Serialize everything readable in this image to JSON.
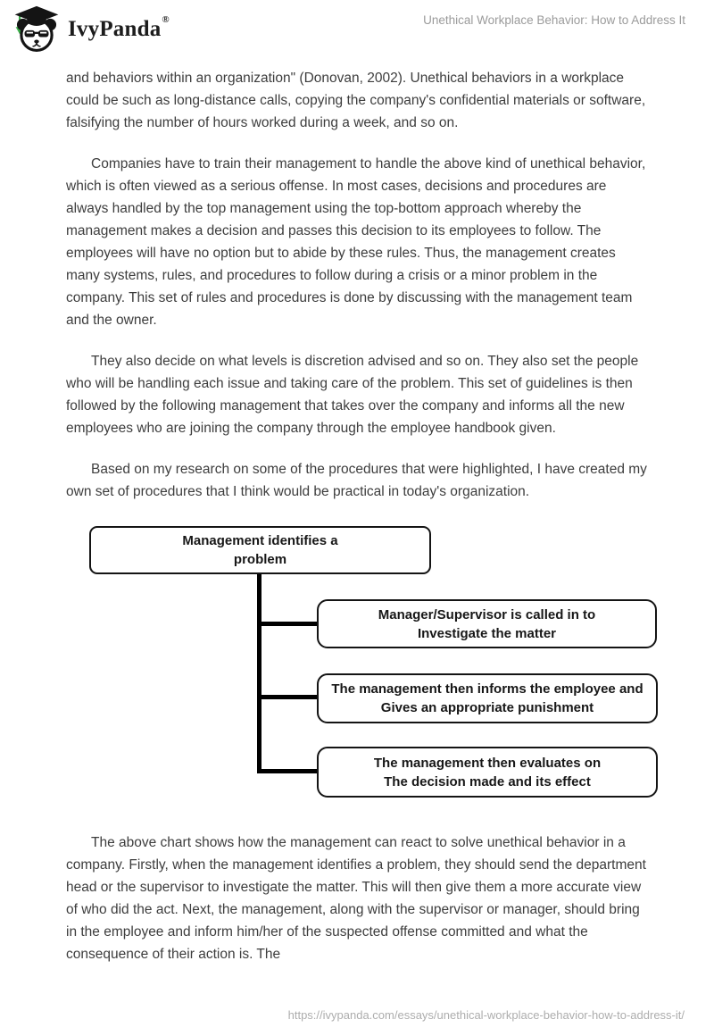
{
  "header": {
    "brand": "IvyPanda",
    "registered_mark": "®",
    "page_title": "Unethical Workplace Behavior: How to Address It"
  },
  "article": {
    "paragraphs": [
      "and behaviors within an organization\" (Donovan, 2002). Unethical behaviors in a workplace could be such as long-distance calls, copying the company's confidential materials or software, falsifying the number of hours worked during a week, and so on.",
      "Companies have to train their management to handle the above kind of unethical behavior, which is often viewed as a serious offense. In most cases, decisions and procedures are always handled by the top management using the top-bottom approach whereby the management makes a decision and passes this decision to its employees to follow. The employees will have no option but to abide by these rules. Thus, the management creates many systems, rules, and procedures to follow during a crisis or a minor problem in the company. This set of rules and procedures is done by discussing with the management team and the owner.",
      "They also decide on what levels is discretion advised and so on. They also set the people who will be handling each issue and taking care of the problem. This set of guidelines is then followed by the following management that takes over the company and informs all the new employees who are joining the company through the employee handbook given.",
      "Based on my research on some of the procedures that were highlighted, I have created my own set of procedures that I think would be practical in today's organization.",
      "The above chart shows how the management can react to solve unethical behavior in a company. Firstly, when the management identifies a problem, they should send the department head or the supervisor to investigate the matter. This will then give them a more accurate view of who did the act. Next, the management, along with the supervisor or manager, should bring in the employee and inform him/her of the suspected offense committed and what the consequence of their action is. The"
    ]
  },
  "flowchart": {
    "boxes": [
      {
        "line1": "Management identifies a",
        "line2": "problem"
      },
      {
        "line1": "Manager/Supervisor is called in to",
        "line2": "Investigate the matter"
      },
      {
        "line1": "The management then informs the employee and",
        "line2": "Gives an appropriate punishment"
      },
      {
        "line1": "The management then evaluates on",
        "line2": "The decision made and its effect"
      }
    ],
    "connector_color": "#000000"
  },
  "footer": {
    "url": "https://ivypanda.com/essays/unethical-workplace-behavior-how-to-address-it/"
  },
  "colors": {
    "body_text": "#3d3d3d",
    "header_title": "#9b9b9b",
    "footer_url": "#adadad",
    "tassel_green": "#3cb04a",
    "box_border": "#141414"
  }
}
